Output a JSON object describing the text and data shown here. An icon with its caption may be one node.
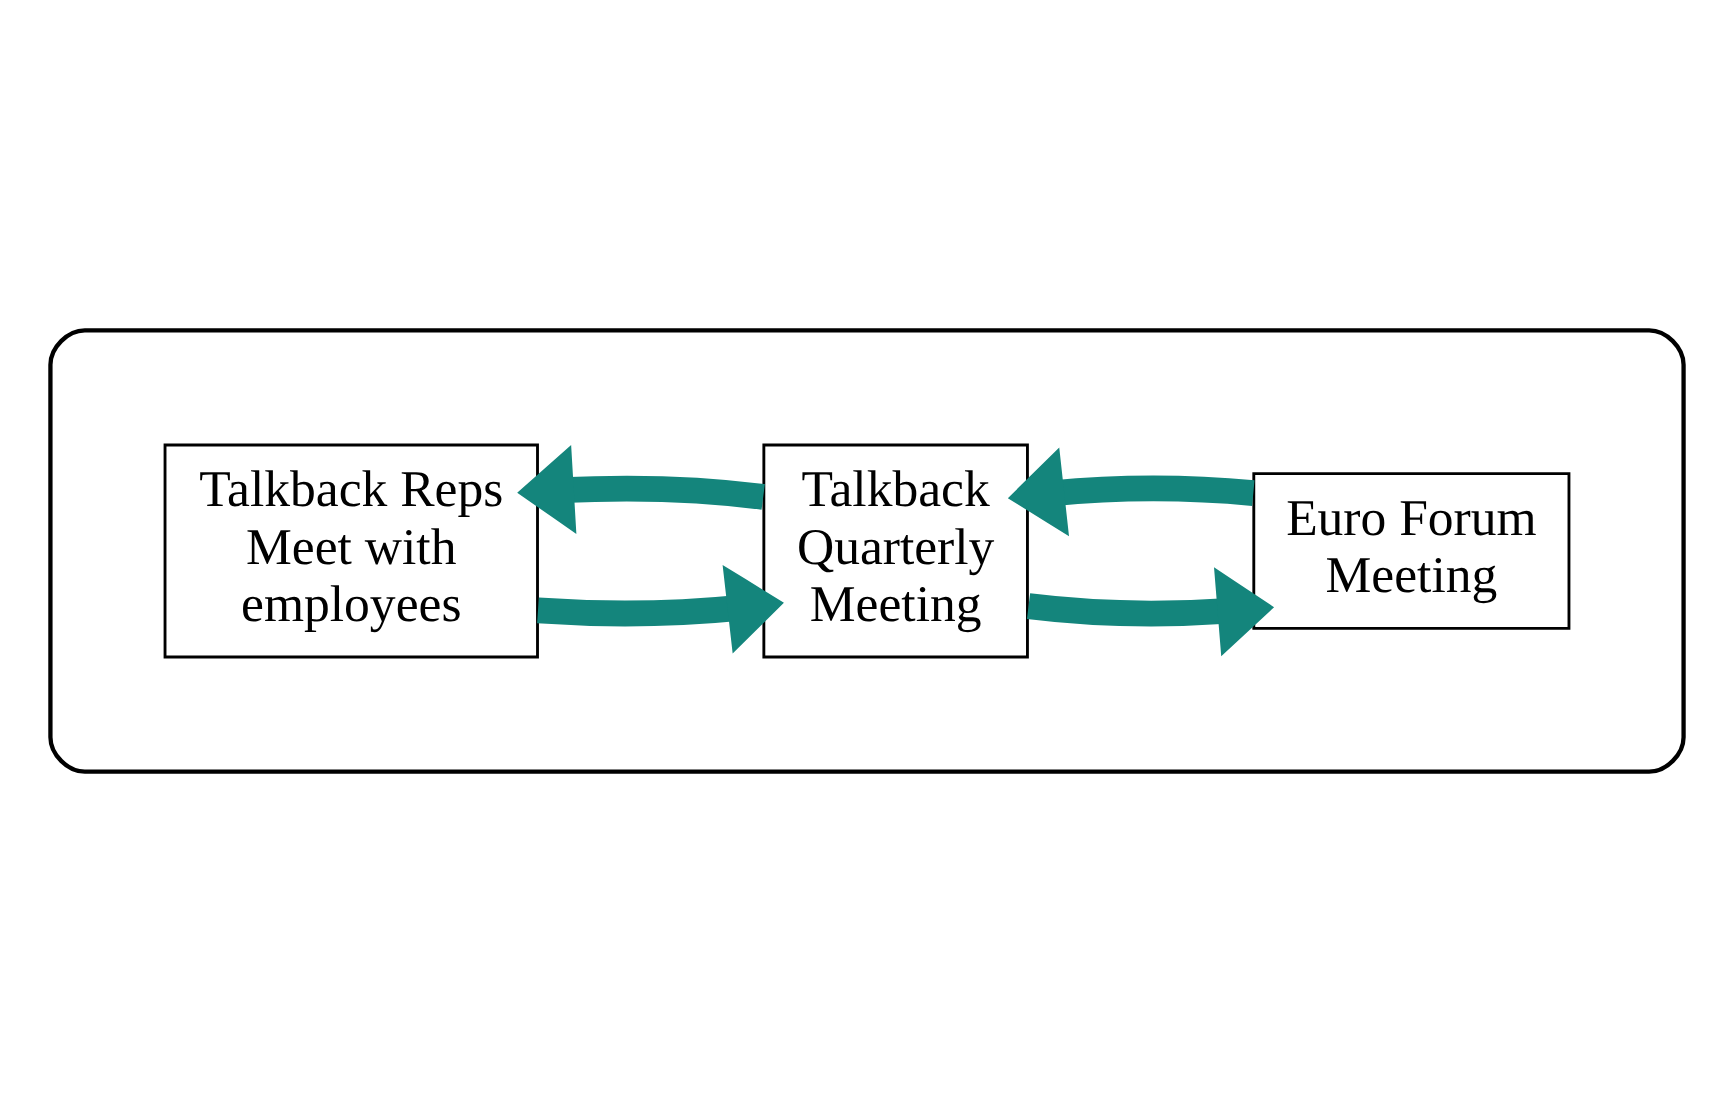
{
  "diagram": {
    "nodes": [
      {
        "text": [],
        "shape": "ellipse"
      },
      {
        "text": [
          "Talkback Reps Meet with employees"
        ],
        "in": 0
      },
      {
        "text": [
          "Talkback Quarterly Meeting"
        ],
        "in": 0
      },
      {
        "text": [
          "Euro Forum Meeting"
        ],
        "in": 0
      }
    ],
    "edges": [
      {
        "from": 1,
        "to": 2,
        "arrow": "to"
      },
      {
        "from": 2,
        "to": 3,
        "arrow": "to"
      },
      {
        "from": 2,
        "to": 1,
        "arrow": "to"
      },
      {
        "from": 3,
        "to": 2,
        "arrow": "to"
      }
    ]
  }
}
